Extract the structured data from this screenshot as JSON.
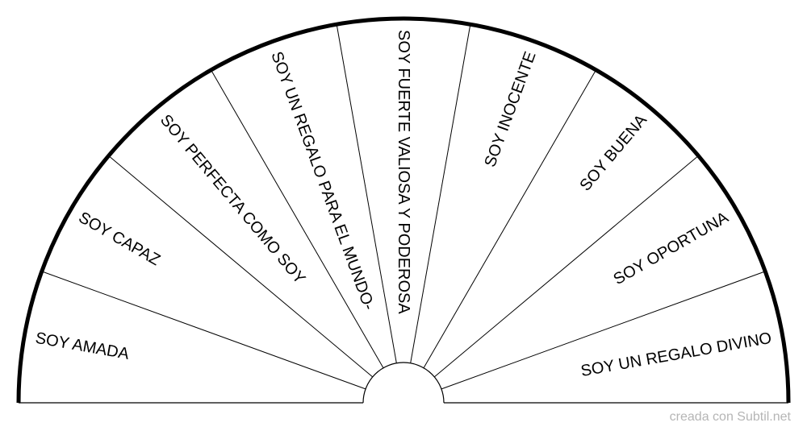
{
  "chart_data": {
    "type": "pie",
    "shape": "semicircle",
    "segments": [
      {
        "label": "SOY AMADA"
      },
      {
        "label": "SOY CAPAZ"
      },
      {
        "label": "SOY PERFECTA COMO SOY"
      },
      {
        "label": "SOY UN REGALO PARA EL MUNDO-"
      },
      {
        "label": "SOY FUERTE VALIOSA Y PODEROSA"
      },
      {
        "label": "SOY INOCENTE"
      },
      {
        "label": "SOY BUENA"
      },
      {
        "label": "SOY OPORTUNA"
      },
      {
        "label": "SOY UN REGALO DIVINO"
      }
    ],
    "colors": {
      "outline": "#000000",
      "divider": "#000000",
      "fill": "#ffffff"
    }
  },
  "footer": {
    "credit": "creada con Subtil.net"
  }
}
